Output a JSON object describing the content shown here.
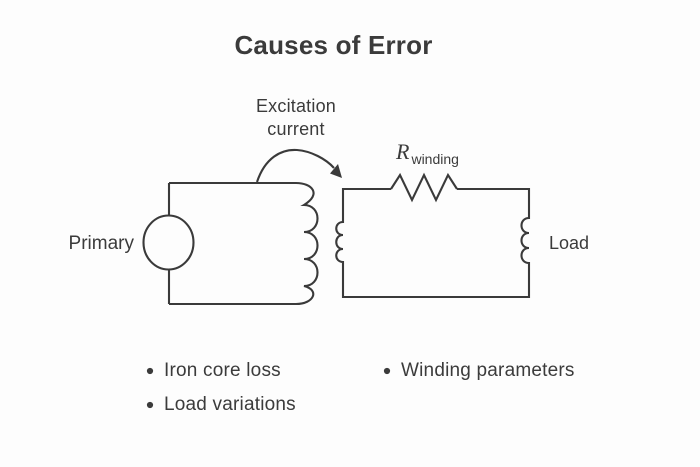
{
  "title": "Causes of Error",
  "colors": {
    "background": "#fdfdfd",
    "line": "#3a3a3a",
    "text": "#3b3b3b"
  },
  "diagram": {
    "excitation_label": {
      "line1": "Excitation",
      "line2": "current"
    },
    "primary_label": "Primary",
    "load_label": "Load",
    "resistor_label": {
      "variable": "R",
      "subscript": "winding"
    }
  },
  "bullets": {
    "left": [
      {
        "label": "Iron core loss"
      },
      {
        "label": "Load variations"
      }
    ],
    "right": [
      {
        "label": "Winding parameters"
      }
    ]
  }
}
